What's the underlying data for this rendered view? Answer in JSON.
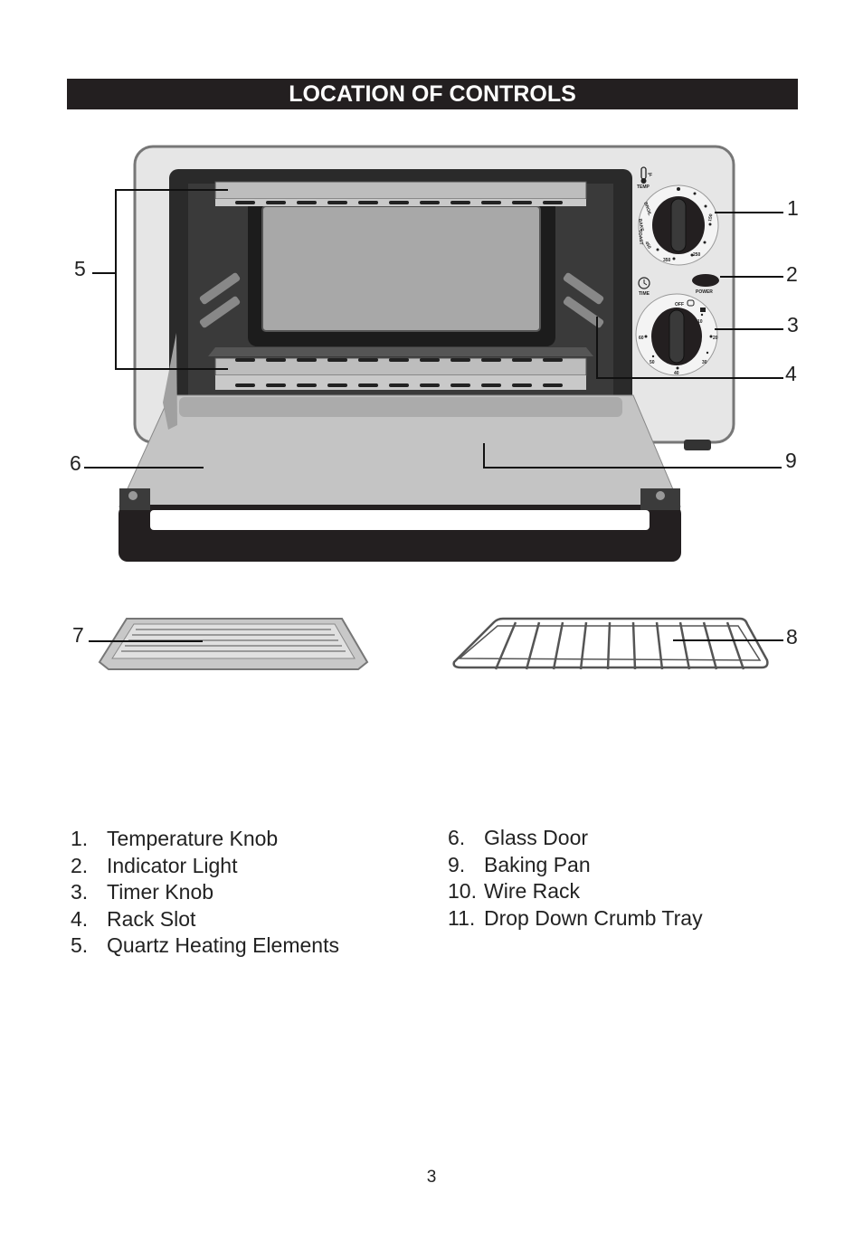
{
  "header": {
    "title": "LOCATION OF CONTROLS"
  },
  "diagram": {
    "callouts": [
      "1",
      "2",
      "3",
      "4",
      "5",
      "6",
      "7",
      "8",
      "9"
    ],
    "panel": {
      "temp_unit": "°F",
      "temp_label": "TEMP",
      "power_label": "POWER",
      "time_label": "TIME",
      "off_label": "OFF",
      "temp_marks": [
        "BROIL",
        "BAKE",
        "TOAST",
        "450",
        "350",
        "250",
        "150"
      ],
      "timer_marks": [
        "10",
        "20",
        "30",
        "40",
        "50",
        "60"
      ]
    }
  },
  "parts_left": [
    {
      "num": "1.",
      "label": "Temperature Knob"
    },
    {
      "num": "2.",
      "label": "Indicator Light"
    },
    {
      "num": "3.",
      "label": "Timer Knob"
    },
    {
      "num": "4.",
      "label": "Rack Slot"
    },
    {
      "num": "5.",
      "label": "Quartz Heating Elements"
    }
  ],
  "parts_right": [
    {
      "num": "6.",
      "label": "Glass Door"
    },
    {
      "num": "9.",
      "label": "Baking Pan"
    },
    {
      "num": "10.",
      "label": "Wire Rack"
    },
    {
      "num": "11.",
      "label": "Drop Down Crumb Tray"
    }
  ],
  "footer": {
    "page_number": "3"
  },
  "colors": {
    "dark": "#231f20",
    "mid_gray": "#9d9d9d",
    "light_gray": "#c8c8c8",
    "body": "#e4e4e4"
  }
}
